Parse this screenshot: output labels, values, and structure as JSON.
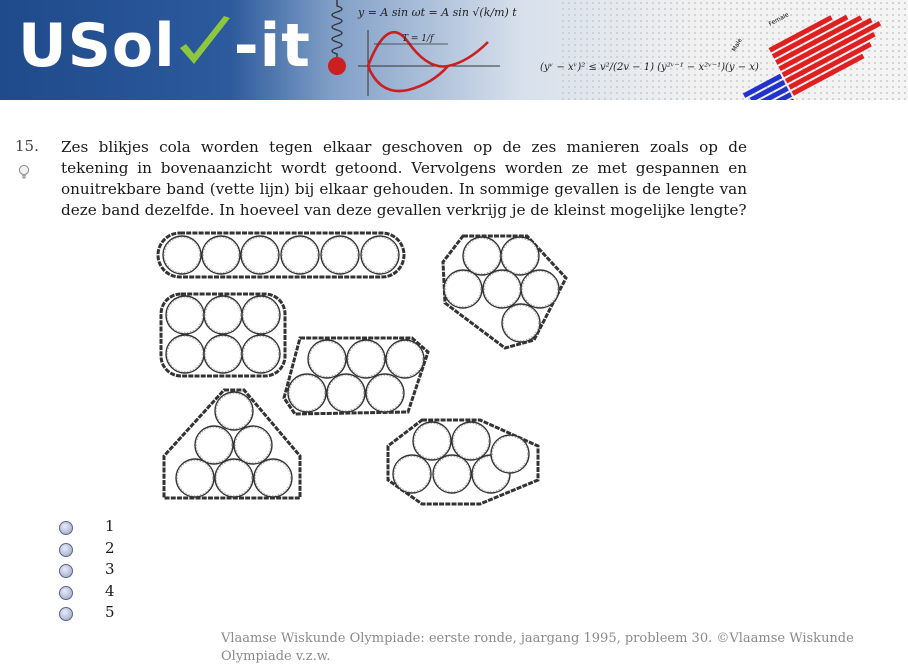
{
  "banner": {
    "logo_main": "USol",
    "logo_rest": "-it",
    "formula_top": "y = A sin ωt = A sin √(k/m) t",
    "formula_period": "T = 1/f",
    "formula_right": "(yᵛ − xᵛ)² ≤ v²/(2v − 1) (y²ᵛ⁻¹ − x²ᵛ⁻¹)(y − x)",
    "chart_label_left": "Male",
    "chart_label_right": "Female",
    "colors": {
      "logo_check": "#8dc63f",
      "wave": "#cc1f1f",
      "bars_left": "#2233cc",
      "bars_right": "#e02020"
    }
  },
  "question": {
    "number": "15.",
    "text": "Zes blikjes cola worden tegen elkaar geschoven op de zes manieren zoals op de tekening in bovenaanzicht wordt getoond. Vervolgens worden ze met gespannen en onuitrekbare band (vette lijn) bij elkaar gehouden. In sommige gevallen is de lengte van deze band dezelfde. In hoeveel van deze gevallen verkrijg je de kleinst mogelijke lengte?",
    "hint_icon": "lightbulb-icon"
  },
  "options": [
    "1",
    "2",
    "3",
    "4",
    "5"
  ],
  "footer": "Vlaamse Wiskunde Olympiade: eerste ronde, jaargang 1995, probleem 30. ©Vlaamse Wiskunde Olympiade v.z.w."
}
